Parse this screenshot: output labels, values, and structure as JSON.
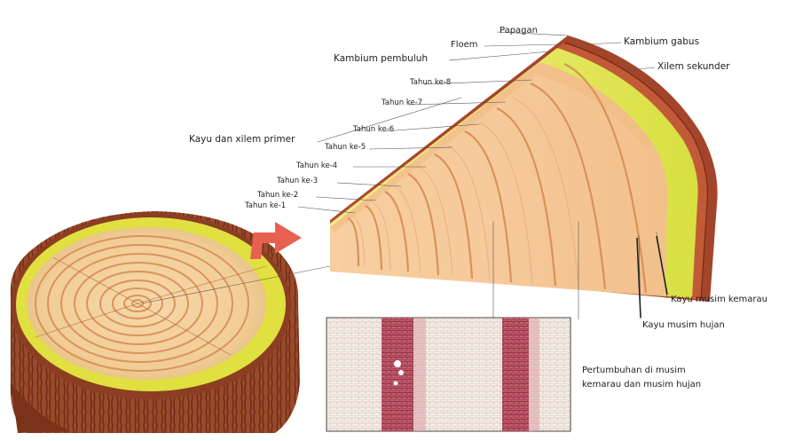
{
  "labels": {
    "papagan": "Papagan",
    "floem": "Floem",
    "kambium_pembuluh": "Kambium pembuluh",
    "kambium_gabus": "Kambium gabus",
    "xilem_sekunder": "Xilem sekunder",
    "kayu_xilem_primer": "Kayu dan xilem primer",
    "tahun_8": "Tahun ke-8",
    "tahun_7": "Tahun ke-7",
    "tahun_6": "Tahun ke-6",
    "tahun_5": "Tahun ke-5",
    "tahun_4": "Tahun ke-4",
    "tahun_3": "Tahun ke-3",
    "tahun_2": "Tahun ke-2",
    "tahun_1": "Tahun ke-1",
    "kayu_musim_kemarau": "Kayu musim kemarau",
    "kayu_musim_hujan": "Kayu musim hujan",
    "pertumbuhan_line1": "Pertumbuhan di musim",
    "pertumbuhan_line2": "kemarau dan musim hujan"
  },
  "colors": {
    "bark": "#8a3a22",
    "sapwood_yellow": "#e8e04a",
    "wood": "#f4c58e",
    "ring": "#d58a55",
    "arrow": "#e8604f",
    "micro_dark": "#9a3040"
  }
}
